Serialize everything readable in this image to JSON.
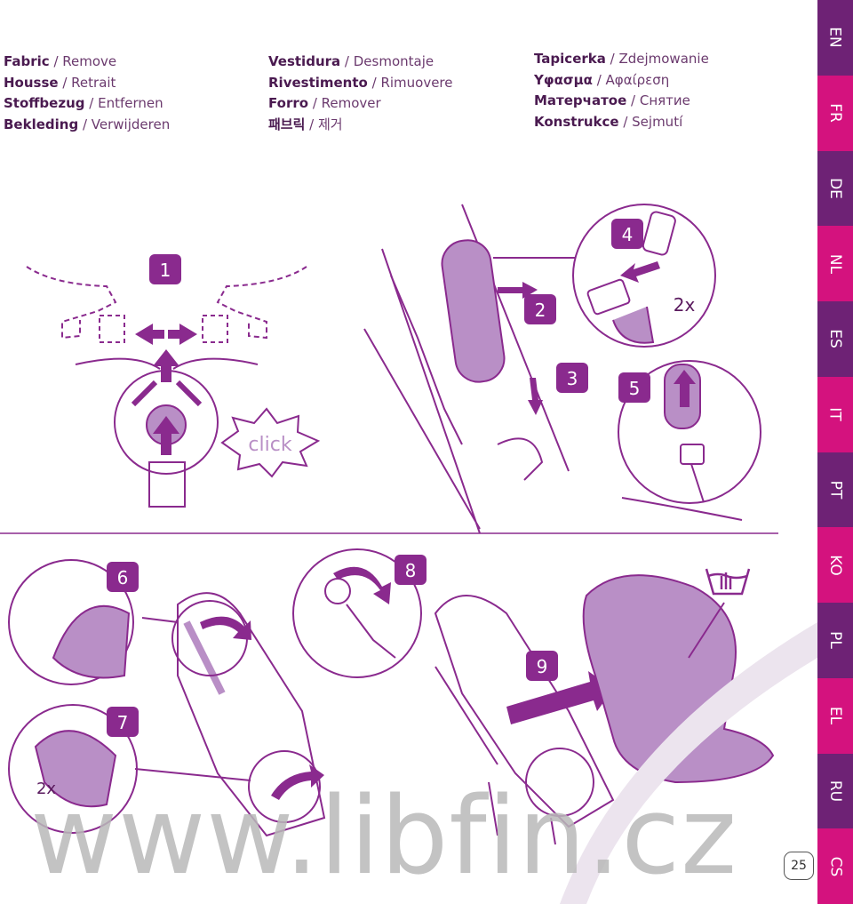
{
  "columns": [
    [
      {
        "term": "Fabric",
        "sep": " / ",
        "trans": "Remove"
      },
      {
        "term": "Housse",
        "sep": " / ",
        "trans": "Retrait"
      },
      {
        "term": "Stoffbezug",
        "sep": " / ",
        "trans": "Entfernen"
      },
      {
        "term": "Bekleding",
        "sep": " / ",
        "trans": "Verwijderen"
      }
    ],
    [
      {
        "term": "Vestidura",
        "sep": " / ",
        "trans": "Desmontaje"
      },
      {
        "term": "Rivestimento",
        "sep": " / ",
        "trans": "Rimuovere"
      },
      {
        "term": "Forro",
        "sep": " / ",
        "trans": "Remover"
      },
      {
        "term": "패브릭",
        "sep": " / ",
        "trans": "제거"
      }
    ],
    [
      {
        "term": "Tapicerka",
        "sep": " / ",
        "trans": "Zdejmowanie"
      },
      {
        "term": "Υφασμα",
        "sep": " / ",
        "trans": "Αφαίρεση"
      },
      {
        "term": "Матерчатое",
        "sep": " / ",
        "trans": "Снятие"
      },
      {
        "term": "Konstrukce",
        "sep": " / ",
        "trans": "Sejmutí"
      }
    ]
  ],
  "tabs": [
    "EN",
    "FR",
    "DE",
    "NL",
    "ES",
    "IT",
    "PT",
    "KO",
    "PL",
    "EL",
    "RU",
    "CS"
  ],
  "colors": {
    "tab_dark": "#6e2275",
    "tab_pink": "#d4127e",
    "accent": "#8a2a8e",
    "light_purple": "#b98fc6"
  },
  "steps": [
    "1",
    "2",
    "3",
    "4",
    "5",
    "6",
    "7",
    "8",
    "9"
  ],
  "labels": {
    "click": "click",
    "twice_a": "2x",
    "twice_b": "2x"
  },
  "watermark": "www.libfin.cz",
  "page_number": "25",
  "icons": [
    "hand-wash-icon"
  ]
}
